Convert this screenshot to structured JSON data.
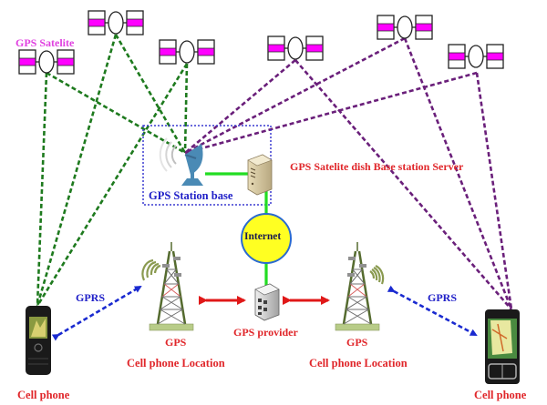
{
  "labels": {
    "gps_satellite": "GPS Satelite",
    "gps_station_base": "GPS Station base",
    "server": "GPS Satelite dish Base station Server",
    "internet": "Internet",
    "gps_provider": "GPS provider",
    "gprs_left": "GPRS",
    "gprs_right": "GPRS",
    "tower_left_title": "GPS",
    "tower_left_sub": "Cell phone Location",
    "tower_right_title": "GPS",
    "tower_right_sub": "Cell phone Location",
    "phone_left": "Cell phone",
    "phone_right": "Cell phone"
  },
  "colors": {
    "green_link": "#1e7a1e",
    "purple_link": "#6a1f7a",
    "solid_green": "#22dd22",
    "blue_link": "#1a2ad0",
    "red_arrow": "#e01818",
    "satellite_panel": "#ff00ff",
    "internet_fill": "#ffff22",
    "station_border": "#3a3ad0"
  },
  "satellites": [
    {
      "id": "sat-1",
      "group": "green"
    },
    {
      "id": "sat-2",
      "group": "green"
    },
    {
      "id": "sat-3",
      "group": "green"
    },
    {
      "id": "sat-4",
      "group": "purple"
    },
    {
      "id": "sat-5",
      "group": "purple"
    },
    {
      "id": "sat-6",
      "group": "purple"
    }
  ]
}
